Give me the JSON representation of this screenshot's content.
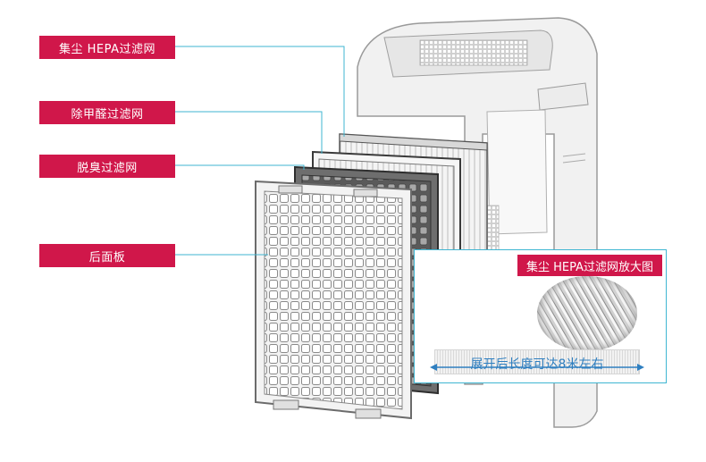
{
  "labels": {
    "hepa": "集尘 HEPA过滤网",
    "formaldehyde": "除甲醛过滤网",
    "deodorize": "脱臭过滤网",
    "back_panel": "后面板"
  },
  "zoom": {
    "title": "集尘 HEPA过滤网放大图",
    "strip_before": "展开后长度可达",
    "strip_number": "8",
    "strip_after": "米左右"
  },
  "colors": {
    "label_bg": "#d0174a",
    "leader_line": "#3fb6d2",
    "arrow": "#2f7fc0"
  }
}
